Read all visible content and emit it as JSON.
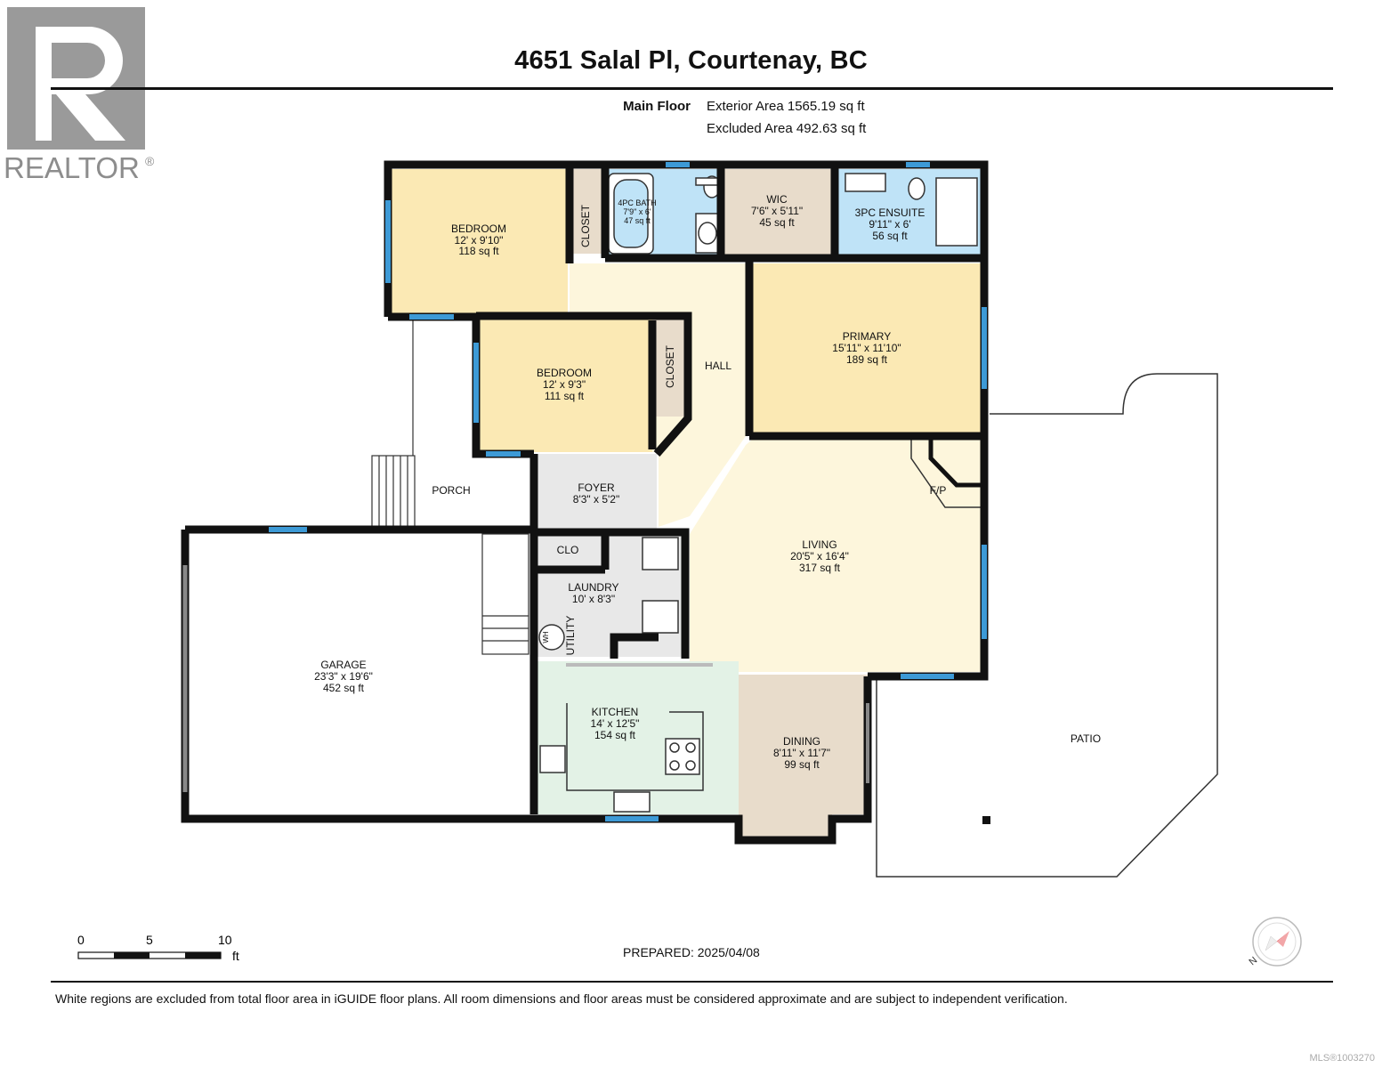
{
  "header": {
    "logo_text": "REALTOR",
    "title": "4651 Salal Pl, Courtenay, BC",
    "floor_name": "Main Floor",
    "exterior_area": "Exterior Area 1565.19 sq ft",
    "excluded_area": "Excluded Area 492.63 sq ft"
  },
  "rooms": {
    "bedroom1": {
      "name": "BEDROOM",
      "dims": "12' x 9'10\"",
      "area": "118 sq ft"
    },
    "bath4": {
      "name": "4PC BATH",
      "dims": "7'9\" x 6'",
      "area": "47 sq ft"
    },
    "wic": {
      "name": "WIC",
      "dims": "7'6\" x 5'11\"",
      "area": "45 sq ft"
    },
    "ensuite": {
      "name": "3PC ENSUITE",
      "dims": "9'11\" x 6'",
      "area": "56 sq ft"
    },
    "primary": {
      "name": "PRIMARY",
      "dims": "15'11\" x 11'10\"",
      "area": "189 sq ft"
    },
    "bedroom2": {
      "name": "BEDROOM",
      "dims": "12' x 9'3\"",
      "area": "111 sq ft"
    },
    "foyer": {
      "name": "FOYER",
      "dims": "8'3\" x 5'2\""
    },
    "laundry": {
      "name": "LAUNDRY",
      "dims": "10' x 8'3\""
    },
    "living": {
      "name": "LIVING",
      "dims": "20'5\" x 16'4\"",
      "area": "317 sq ft"
    },
    "garage": {
      "name": "GARAGE",
      "dims": "23'3\" x 19'6\"",
      "area": "452 sq ft"
    },
    "kitchen": {
      "name": "KITCHEN",
      "dims": "14' x 12'5\"",
      "area": "154 sq ft"
    },
    "dining": {
      "name": "DINING",
      "dims": "8'11\" x 11'7\"",
      "area": "99 sq ft"
    }
  },
  "labels": {
    "closet": "CLOSET",
    "clo": "CLO",
    "hall": "HALL",
    "porch": "PORCH",
    "patio": "PATIO",
    "fireplace": "F/P",
    "utility": "UTILITY",
    "water_heater": "WH"
  },
  "scale_bar": {
    "ticks": [
      "0",
      "5",
      "10"
    ],
    "unit": "ft"
  },
  "footer": {
    "prepared": "PREPARED: 2025/04/08",
    "disclaimer": "White regions are excluded from total floor area in iGUIDE floor plans. All room dimensions and floor areas must be considered approximate and are subject to independent verification.",
    "mls": "MLS®1003270",
    "compass_label": "N"
  },
  "colors": {
    "wall": "#111111",
    "window": "#3d9ad6",
    "bedroom_fill": "#fbe9b4",
    "primary_fill": "#fbe9b4",
    "bath_fill": "#bfe3f7",
    "wic_fill": "#e8dccb",
    "hall_fill": "#fdf6dc",
    "foyer_fill": "#e8e8e8",
    "kitchen_fill": "#e3f2e6",
    "dining_fill": "#e8dccb",
    "compass_red": "#d9262b"
  }
}
